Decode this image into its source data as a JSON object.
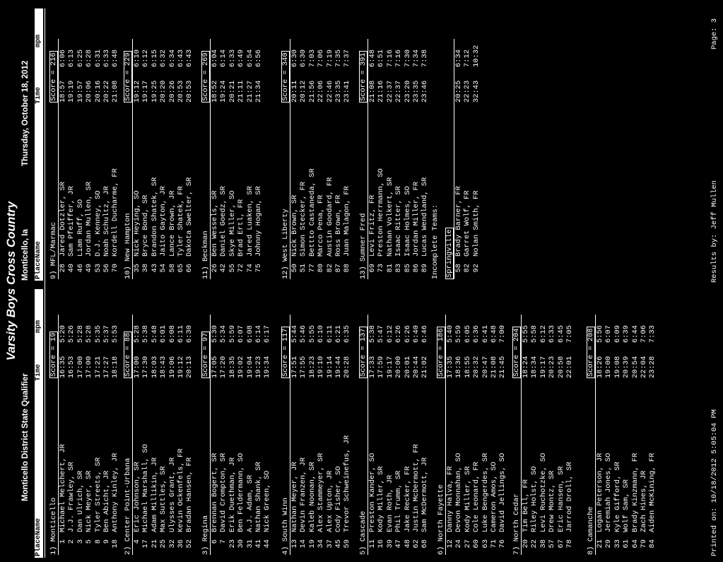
{
  "header": {
    "title": "Varsity Boys Cross Country",
    "meet": "Monticello District State Qualifier",
    "location": "Monticello, Ia",
    "date": "Thursday, October 18, 2012"
  },
  "columns": {
    "name": "Name",
    "score": "Score",
    "time": "Time",
    "mpm": "mpm",
    "place": "Place"
  },
  "incomplete_label": "Incomplete Teams:",
  "teams": [
    {
      "label": "1) Monticello",
      "score": "Score = 19",
      "runners": [
        [
          "1",
          "Michael Melchert, JR",
          "16:35",
          "5:20"
        ],
        [
          "2",
          "J.J. Frawley, SR",
          "16:53",
          "5:26"
        ],
        [
          "3",
          "Dan Ulrich, SR",
          "17:00",
          "5:28"
        ],
        [
          "5",
          "Nick Meyer, SR",
          "17:00",
          "5:28"
        ],
        [
          "8",
          "Tyler Streets, SR",
          "17:21",
          "5:35"
        ],
        [
          "9",
          "Ben Abicht, JR",
          "17:27",
          "5:37"
        ],
        [
          "18",
          "Anthony Kinley, JR",
          "18:18",
          "5:53"
        ]
      ]
    },
    {
      "label": "2) Center Point-Urbana",
      "score": "Score = 88",
      "runners": [
        [
          "4",
          "Eric Johnson, SR",
          "17:00",
          "5:28"
        ],
        [
          "17",
          "Michael Marshall, SO",
          "17:30",
          "5:38"
        ],
        [
          "21",
          "Adam Millikin, JR",
          "18:03",
          "5:48"
        ],
        [
          "25",
          "Max Suttles, SR",
          "18:43",
          "6:01"
        ],
        [
          "32",
          "Ulysses Grant, JR",
          "19:06",
          "6:08"
        ],
        [
          "36",
          "Kevin Ockenfels, FR",
          "19:12",
          "6:11"
        ],
        [
          "52",
          "Bradan Hansen, FR",
          "20:13",
          "6:30"
        ]
      ]
    },
    {
      "label": "3) Regina",
      "score": "Score = 97",
      "runners": [
        [
          "6",
          "Brennan Bogert, SR",
          "17:05",
          "5:30"
        ],
        [
          "7",
          "David Crompton, SR",
          "17:20",
          "5:34"
        ],
        [
          "23",
          "Erik Duethman, JR",
          "18:35",
          "5:59"
        ],
        [
          "30",
          "Ben Feldermann, SO",
          "19:02",
          "6:07"
        ],
        [
          "31",
          "A.J. Adam, SR",
          "19:04",
          "6:08"
        ],
        [
          "41",
          "Nathan Shank, SR",
          "19:23",
          "6:14"
        ],
        [
          "44",
          "Nick Green, SO",
          "19:34",
          "6:17"
        ]
      ]
    },
    {
      "label": "4) South Winn",
      "score": "Score = 117",
      "runners": [
        [
          "13",
          "Nathan Meyer, JR",
          "17:51",
          "5:44"
        ],
        [
          "14",
          "Devin Franzen, JR",
          "17:55",
          "5:46"
        ],
        [
          "19",
          "Kaleb Noonan, SR",
          "18:23",
          "5:55"
        ],
        [
          "34",
          "Alex Stammeyer, SR",
          "19:10",
          "6:10"
        ],
        [
          "37",
          "Alex Upton, JR",
          "19:14",
          "6:11"
        ],
        [
          "45",
          "Cody Fisher, SO",
          "19:44",
          "6:21"
        ],
        [
          "59",
          "Trevor Schweinefus, JR",
          "20:28",
          "6:35"
        ]
      ]
    },
    {
      "label": "5) Cascade",
      "score": "Score = 137",
      "runners": [
        [
          "11",
          "Preston Kander, SO",
          "17:33",
          "5:38"
        ],
        [
          "16",
          "Kody Miller, SR",
          "17:59",
          "5:47"
        ],
        [
          "39",
          "Evan Roth, JR",
          "19:17",
          "6:12"
        ],
        [
          "47",
          "Phil Trumm, SR",
          "20:00",
          "6:26"
        ],
        [
          "48",
          "Jake Recker, FR",
          "20:01",
          "6:26"
        ],
        [
          "62",
          "Justin McDermott, FR",
          "20:44",
          "6:40"
        ],
        [
          "68",
          "Sam McDermott, JR",
          "21:02",
          "6:46"
        ]
      ]
    },
    {
      "label": "6) North Fayette",
      "score": "Score = 186",
      "runners": [
        [
          "12",
          "Danny Halva, FR",
          "17:35",
          "5:40"
        ],
        [
          "24",
          "Devon Monnahan, SO",
          "18:36",
          "5:59"
        ],
        [
          "27",
          "Kody Miller, SR",
          "18:55",
          "6:05"
        ],
        [
          "60",
          "Cole Leonard, FR",
          "20:32",
          "6:36"
        ],
        [
          "63",
          "Luke Bengerdes, SR",
          "20:47",
          "6:41"
        ],
        [
          "71",
          "Cameron Amos, SO",
          "21:08",
          "6:48"
        ],
        [
          "76",
          "David Jellings, SO",
          "21:45",
          "7:00"
        ]
      ]
    },
    {
      "label": "7) North Cedar",
      "score": "Score = 204",
      "runners": [
        [
          "20",
          "Tim Bell, FR",
          "18:24",
          "5:55"
        ],
        [
          "22",
          "Riley Holst, SO",
          "18:34",
          "5:58"
        ],
        [
          "38",
          "Levi Ruchotzke, SO",
          "19:17",
          "6:12"
        ],
        [
          "57",
          "Drew Montz, SR",
          "20:23",
          "6:33"
        ],
        [
          "67",
          "Eric Hansen, SR",
          "20:58",
          "6:45"
        ],
        [
          "78",
          "Jarrod Droll, SR",
          "22:01",
          "7:05"
        ]
      ]
    },
    {
      "label": "8) Camanche",
      "score": "Score = 208",
      "runners": [
        [
          "21",
          "Logan Peterson, JR",
          "18:26",
          "5:56"
        ],
        [
          "29",
          "Jeremiah Jones, SO",
          "19:00",
          "6:07"
        ],
        [
          "33",
          "Kyle Gifford, SR",
          "19:08",
          "6:09"
        ],
        [
          "61",
          "Wolf Sam, SR",
          "20:39",
          "6:39"
        ],
        [
          "64",
          "Brady Kinzmann, FR",
          "20:54",
          "6:44"
        ],
        [
          "79",
          "Zach Hines, JR",
          "22:04",
          "7:06"
        ],
        [
          "84",
          "Aiden McKining, FR",
          "23:28",
          "7:33"
        ]
      ]
    },
    {
      "label": "9) MFL/Marmac",
      "score": "Score = 216",
      "runners": [
        [
          "28",
          "Jared Dotzler, SR",
          "18:57",
          "6:06"
        ],
        [
          "40",
          "Sam Pfeiffer, JR",
          "19:19",
          "6:13"
        ],
        [
          "46",
          "Liam Ruff, SO",
          "19:57",
          "6:25"
        ],
        [
          "49",
          "Jordan Mullen, SR",
          "20:06",
          "6:28"
        ],
        [
          "53",
          "D.J. Kenney, SO",
          "20:16",
          "6:31"
        ],
        [
          "56",
          "Noah Schultz, JR",
          "20:22",
          "6:33"
        ],
        [
          "70",
          "Kordell Ducharme, FR",
          "21:08",
          "6:48"
        ]
      ]
    },
    {
      "label": "10) New Hampton",
      "score": "Score = 229",
      "runners": [
        [
          "35",
          "Nick Heying, SO",
          "19:12",
          "6:10"
        ],
        [
          "38",
          "Bryce Bond, SR",
          "19:17",
          "6:12"
        ],
        [
          "43",
          "Brandon Shatek, SR",
          "19:25",
          "6:15"
        ],
        [
          "54",
          "Jaito Gayton, JR",
          "20:20",
          "6:32"
        ],
        [
          "58",
          "Lance Brown, JR",
          "20:26",
          "6:34"
        ],
        [
          "65",
          "Tyler Shatek, FR",
          "20:53",
          "6:43"
        ],
        [
          "66",
          "Dakota Swelter, SR",
          "20:53",
          "6:43"
        ]
      ]
    },
    {
      "label": "11) Beckman",
      "score": "Score = 269",
      "runners": [
        [
          "26",
          "Ben Wessels, SR",
          "18:52",
          "6:04"
        ],
        [
          "42",
          "Daniel Goedz, SR",
          "19:24",
          "6:14"
        ],
        [
          "55",
          "Skye Miller, SO",
          "20:21",
          "6:33"
        ],
        [
          "72",
          "Brad Ertl, FR",
          "21:11",
          "6:49"
        ],
        [
          "74",
          "Jared Luaken, SR",
          "21:27",
          "6:54"
        ],
        [
          "75",
          "Johnny Hogan, SR",
          "21:34",
          "6:56"
        ]
      ]
    },
    {
      "label": "12) West Liberty",
      "score": "Score = 340",
      "runners": [
        [
          "50",
          "Nick Brown, SR",
          "20:11",
          "6:30"
        ],
        [
          "51",
          "Simon Stecker, FR",
          "20:12",
          "6:30"
        ],
        [
          "77",
          "Bettto Castaneda, SR",
          "21:56",
          "7:03"
        ],
        [
          "80",
          "Marco Pena, FR",
          "22:06",
          "7:06"
        ],
        [
          "82",
          "Austin Goodard, FR",
          "22:46",
          "7:19"
        ],
        [
          "87",
          "Ross Brown, FR",
          "23:35",
          "7:35"
        ],
        [
          "88",
          "Juan Malagon, FR",
          "23:41",
          "7:37"
        ]
      ]
    },
    {
      "label": "13) Sumner Fred",
      "score": "Score = 391",
      "runners": [
        [
          "69",
          "Levi Fritz, FR",
          "21:08",
          "6:48"
        ],
        [
          "73",
          "Preston Herrmann, SO",
          "21:16",
          "6:51"
        ],
        [
          "81",
          "Nathan Volkert, SR",
          "22:37",
          "7:16"
        ],
        [
          "83",
          "Isaac Ritter, SR",
          "22:37",
          "7:16"
        ],
        [
          "85",
          "Isaac Holmes, SO",
          "23:20",
          "7:30"
        ],
        [
          "86",
          "Jordan Miller, FR",
          "23:35",
          "7:34"
        ],
        [
          "89",
          "Lucas Wendland, SR",
          "23:46",
          "7:38"
        ]
      ]
    }
  ],
  "incomplete": {
    "label": "Springville",
    "runners": [
      [
        "58",
        "Brady Barner, FR",
        "20:25",
        "6:34"
      ],
      [
        "82",
        "Garret Wolf, FR",
        "22:23",
        "7:12"
      ],
      [
        "92",
        "Nolan Smith, FR",
        "32:43",
        "10:32"
      ]
    ]
  },
  "footer": {
    "printed": "Printed on: 10/18/2012 5:05:04 PM",
    "results_by": "Results by: Jeff Mullen",
    "page": "Page: 3"
  }
}
